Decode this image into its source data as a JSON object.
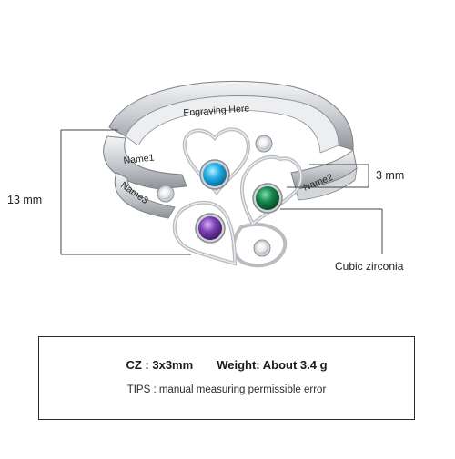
{
  "ring": {
    "engraving_top": "Engraving Here",
    "name1": "Name1",
    "name2": "Name2",
    "name3": "Name3"
  },
  "dimensions": {
    "height": "13 mm",
    "stone_size": "3 mm",
    "accent": "Cubic zirconia"
  },
  "specs": {
    "cz": "CZ : 3x3mm",
    "weight": "Weight: About 3.4 g",
    "tips": "TIPS : manual measuring permissible error"
  },
  "colors": {
    "stone_blue": "#1fa6dc",
    "stone_green": "#15804a",
    "stone_purple": "#7a3fb0",
    "metal": "#c8cbcf"
  }
}
